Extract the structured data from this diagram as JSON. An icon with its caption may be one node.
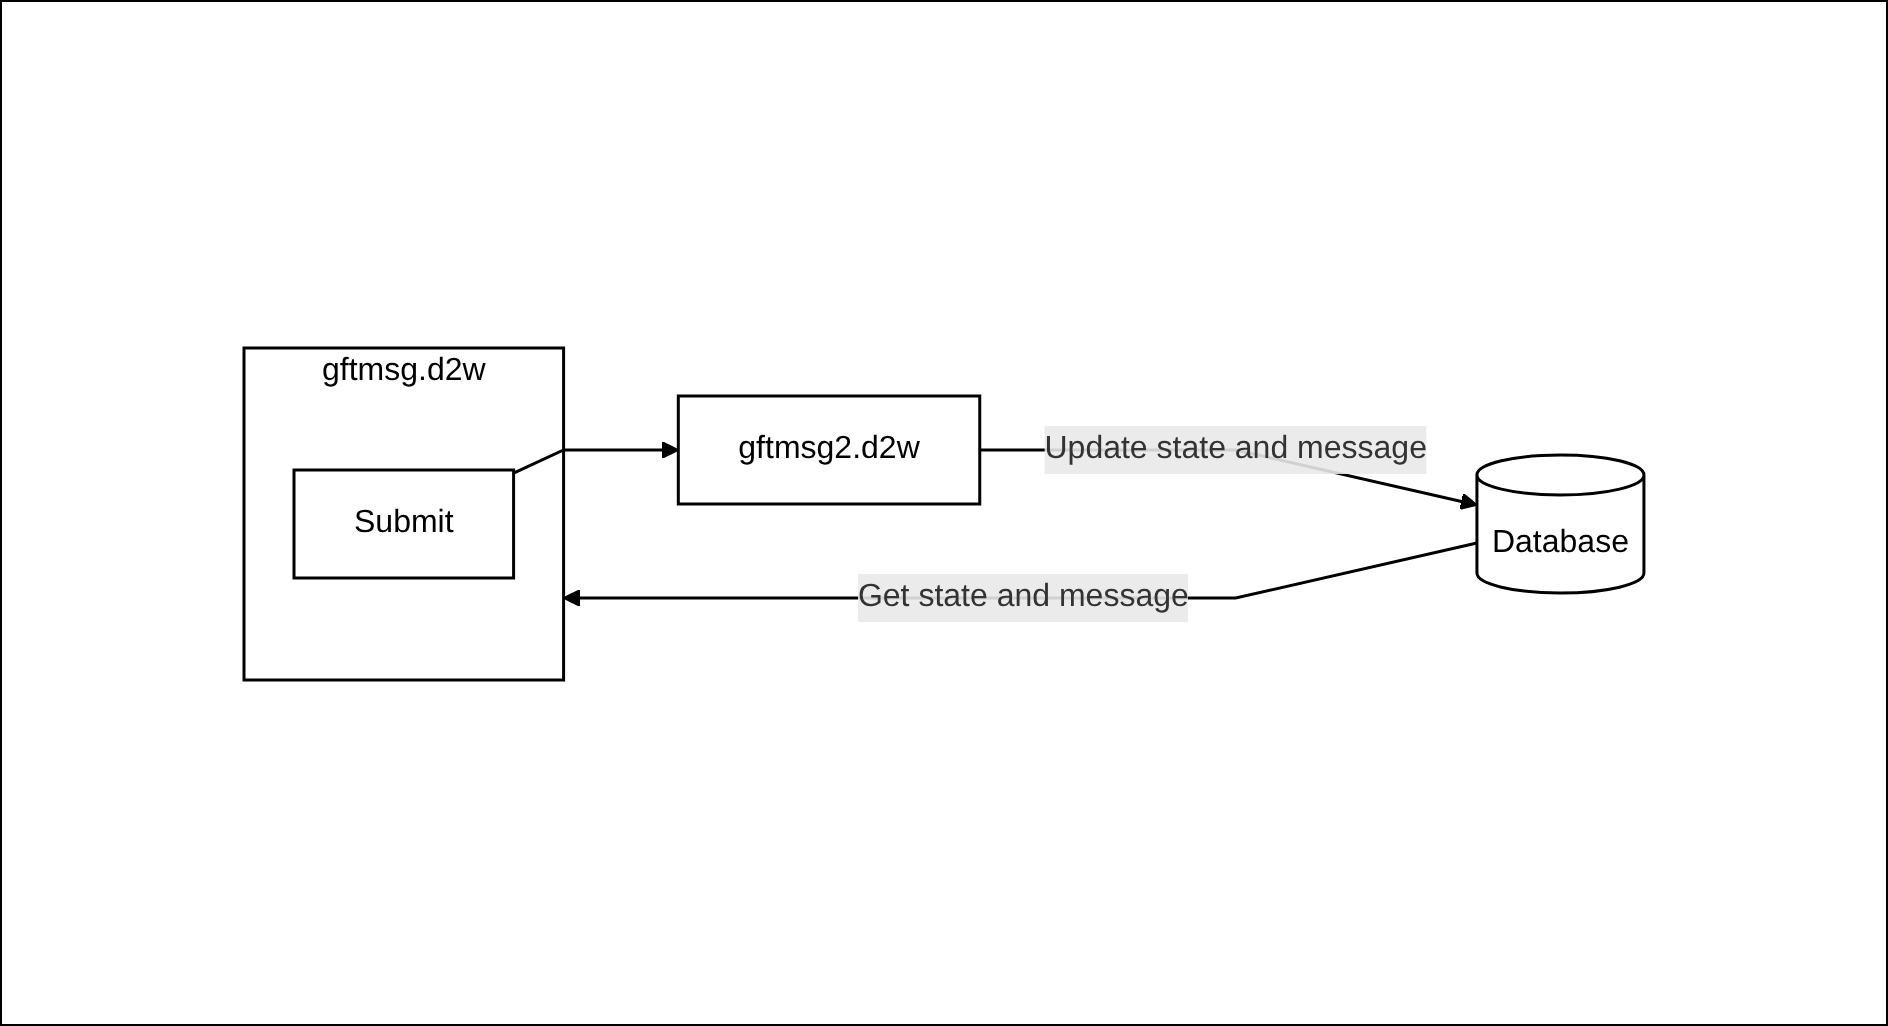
{
  "diagram": {
    "nodes": [
      {
        "text": [
          "gftmsg.d2w"
        ]
      },
      {
        "text": [
          "Submit"
        ],
        "in": 0
      },
      {
        "text": [
          "gftmsg2.d2w"
        ]
      },
      {
        "text": [
          "Database"
        ]
      }
    ],
    "edges": [
      {
        "from": 3,
        "to": 0,
        "arrow": "to",
        "label": "Get state and message"
      },
      {
        "from": 1,
        "to": 2,
        "arrow": "to"
      },
      {
        "from": 2,
        "to": 3,
        "arrow": "to",
        "label": "Update state and message"
      }
    ]
  }
}
